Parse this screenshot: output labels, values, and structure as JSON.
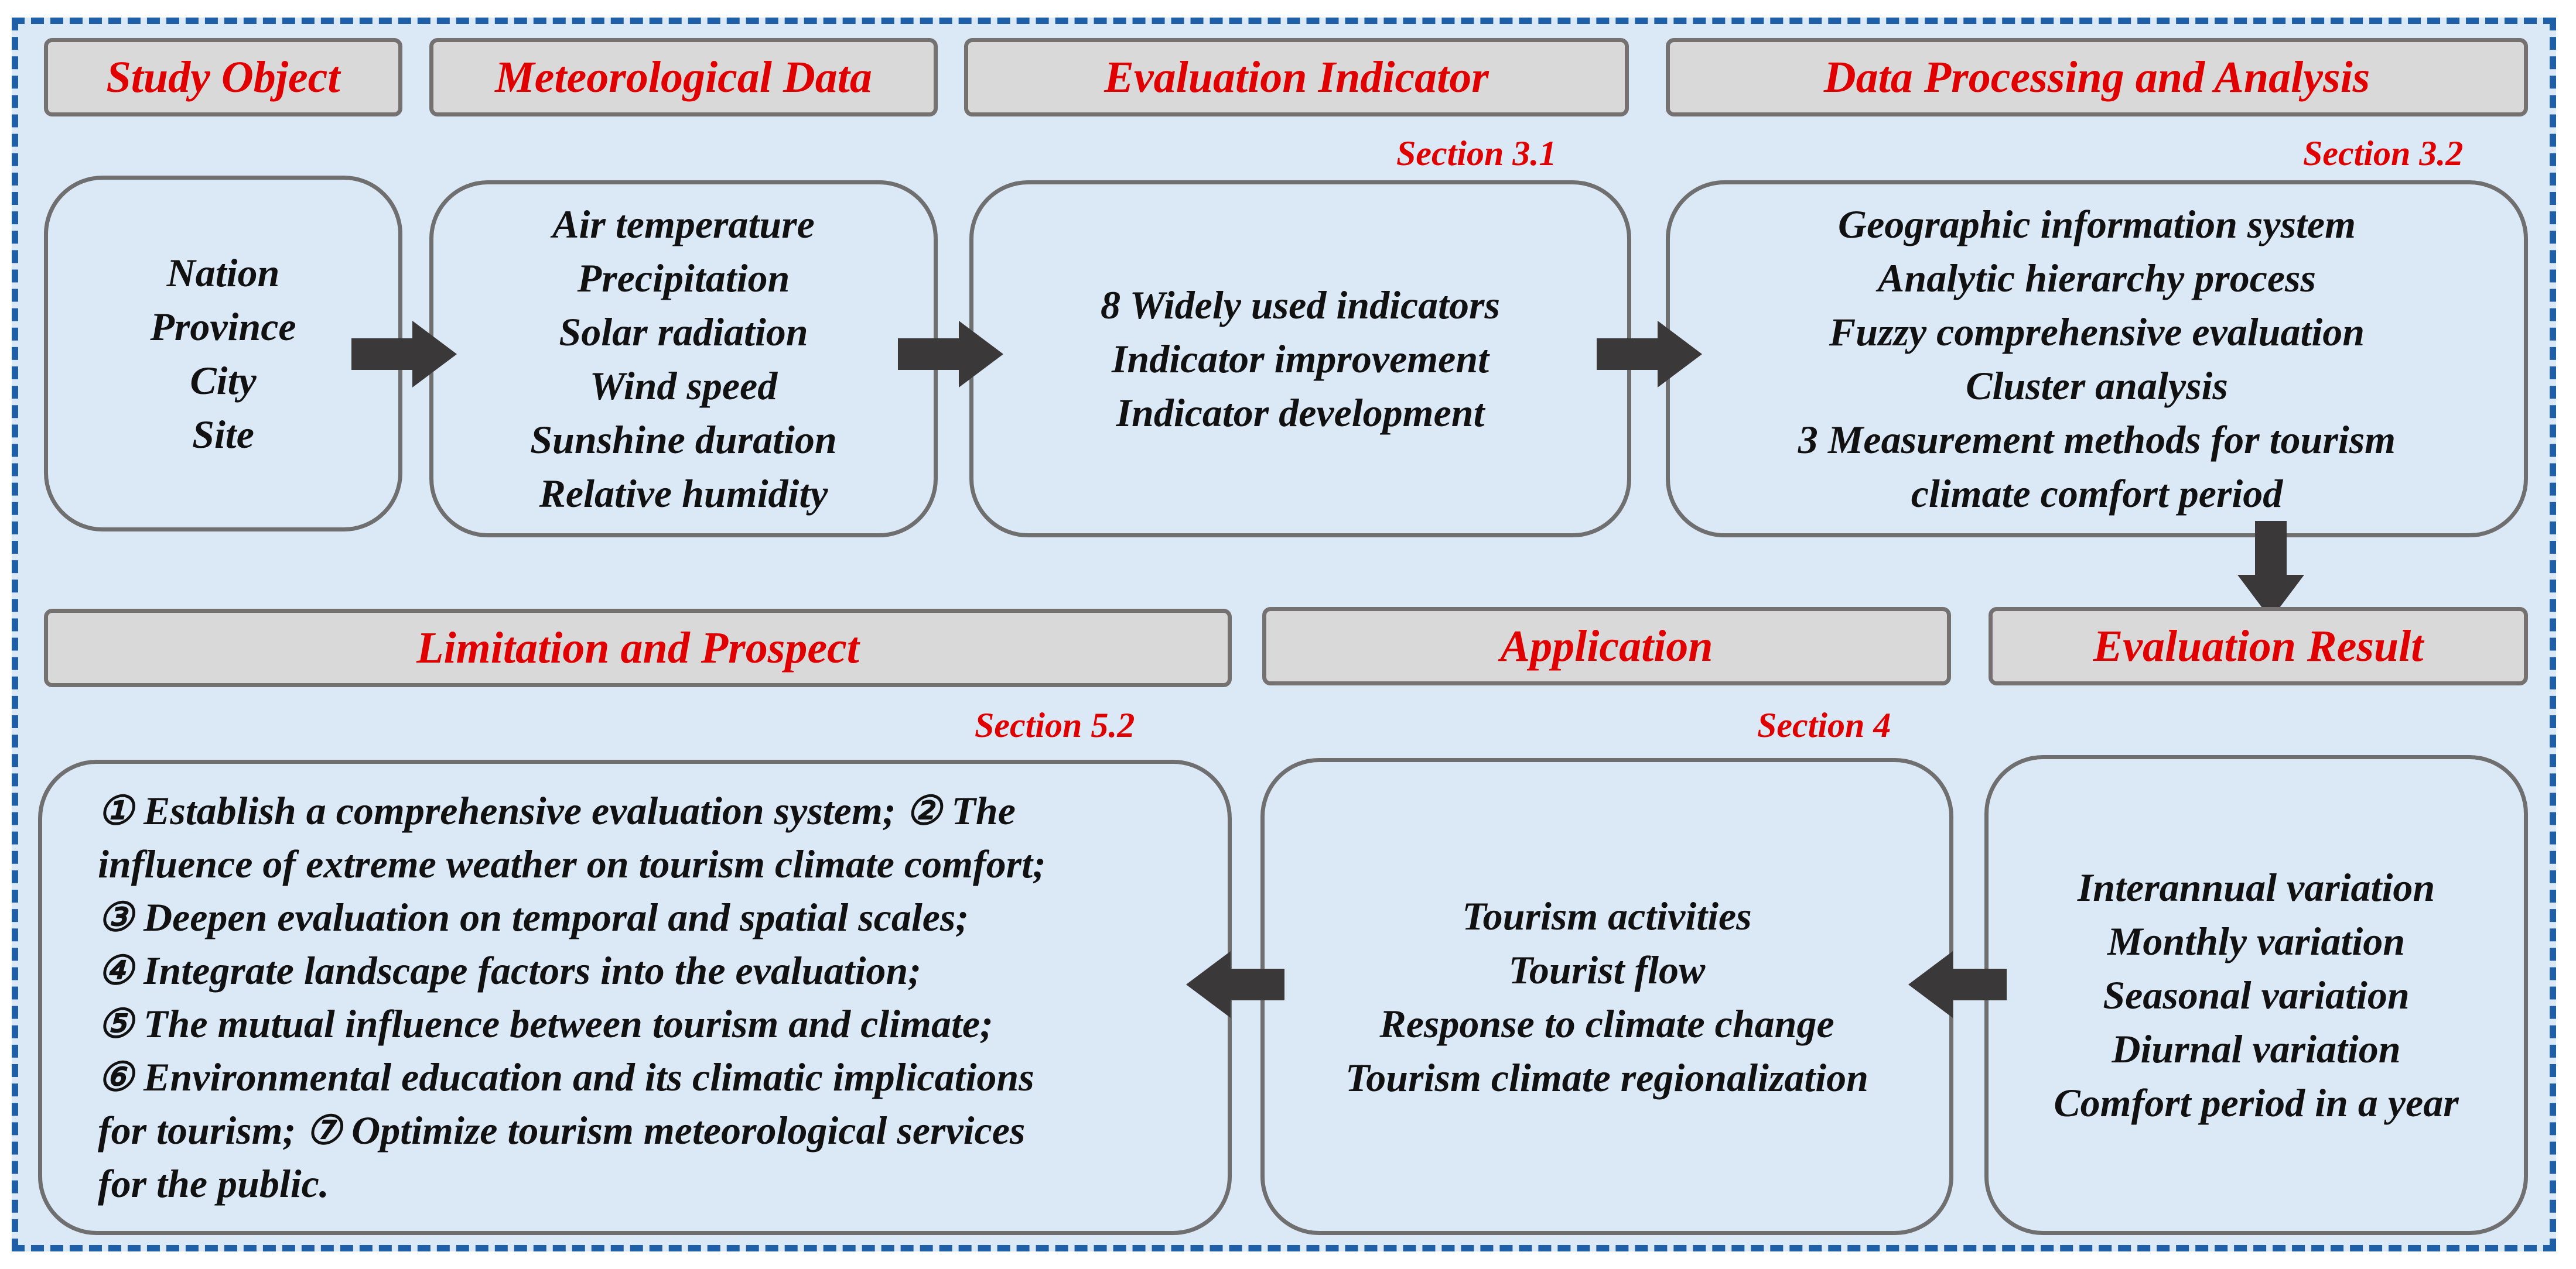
{
  "headers": {
    "study_object": "Study Object",
    "meteorological_data": "Meteorological Data",
    "evaluation_indicator": "Evaluation Indicator",
    "data_processing": "Data Processing and Analysis",
    "limitation": "Limitation and Prospect",
    "application": "Application",
    "evaluation_result": "Evaluation Result"
  },
  "sections": {
    "s31": "Section 3.1",
    "s32": "Section 3.2",
    "s52": "Section 5.2",
    "s4": "Section 4"
  },
  "study_object": [
    "Nation",
    "Province",
    "City",
    "Site"
  ],
  "meteorological_data": [
    "Air temperature",
    "Precipitation",
    "Solar radiation",
    "Wind speed",
    "Sunshine duration",
    "Relative humidity"
  ],
  "evaluation_indicator": [
    "8 Widely used indicators",
    "Indicator improvement",
    "Indicator development"
  ],
  "data_processing": [
    "Geographic information system",
    "Analytic hierarchy process",
    "Fuzzy comprehensive evaluation",
    "Cluster analysis",
    "3 Measurement methods for tourism",
    "climate comfort period"
  ],
  "limitation": [
    "① Establish a comprehensive evaluation system; ② The",
    "influence of extreme weather on tourism climate comfort;",
    "③ Deepen evaluation on temporal and spatial scales;",
    "④ Integrate landscape factors into the evaluation;",
    "⑤ The mutual influence between tourism and climate;",
    "⑥ Environmental education and its climatic implications",
    "for tourism; ⑦ Optimize tourism meteorological services",
    "for the public."
  ],
  "application": [
    "Tourism activities",
    "Tourist flow",
    "Response to climate change",
    "Tourism climate regionalization"
  ],
  "evaluation_result": [
    "Interannual variation",
    "Monthly variation",
    "Seasonal variation",
    "Diurnal variation",
    "Comfort period in a year"
  ],
  "colors": {
    "frame_border": "#1f5fa8",
    "frame_fill": "#dbe8f5",
    "header_fill": "#d9d9d9",
    "accent_red": "#e00000",
    "arrow": "#3a3838"
  }
}
